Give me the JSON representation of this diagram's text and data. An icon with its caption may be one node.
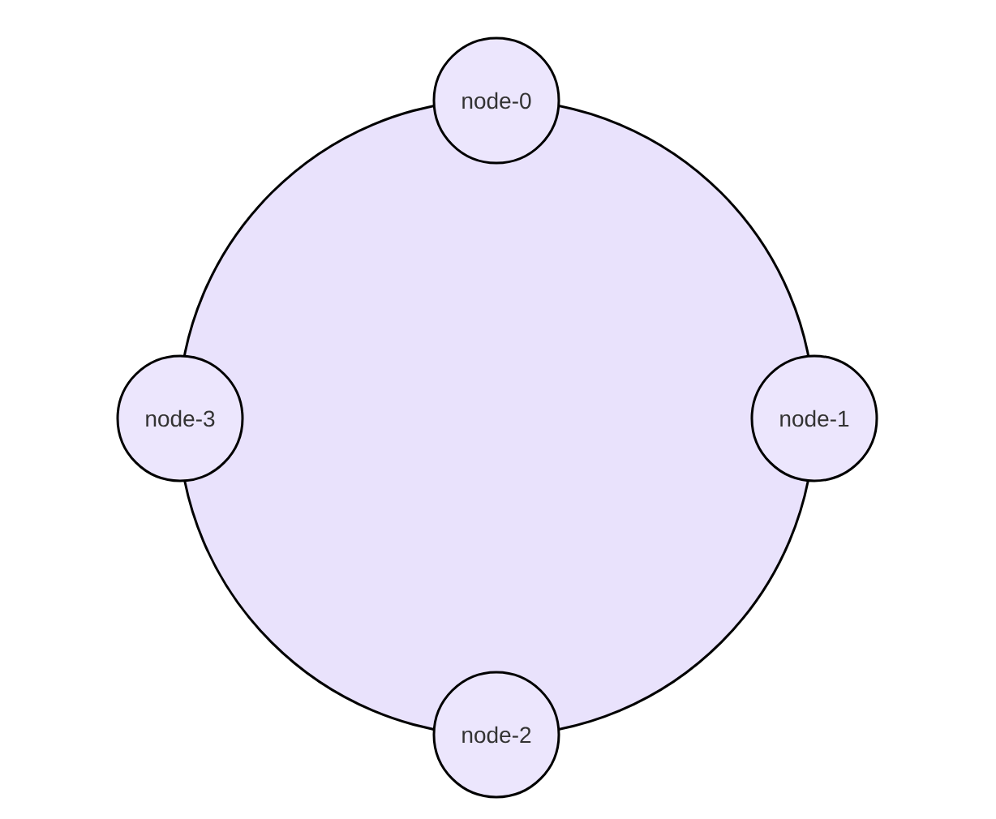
{
  "diagram": {
    "nodes": [
      {
        "text": [],
        "shape": "circle"
      },
      {
        "text": [
          "node-0"
        ]
      },
      {
        "text": [
          "node-3"
        ]
      },
      {
        "text": [
          "node-1"
        ]
      },
      {
        "text": [
          "node-2"
        ]
      }
    ]
  }
}
